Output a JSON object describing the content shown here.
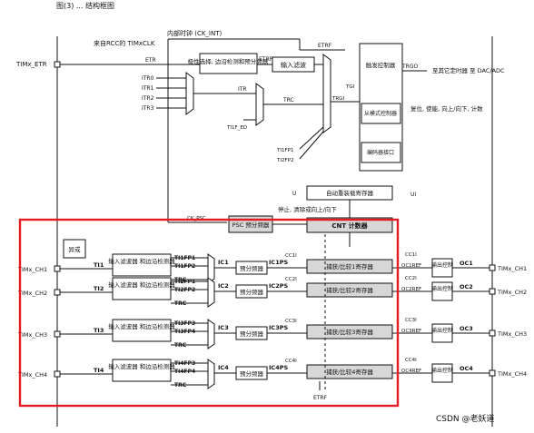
{
  "header_text": "图(3) ... 结构框图",
  "clock": {
    "internal_clock": "内部时钟 (CK_INT)",
    "from_rcc": "来自RCC的 TIMxCLK"
  },
  "inputs": {
    "etr_pin": "TIMx_ETR",
    "etr": "ETR",
    "etrp": "ETRP",
    "etrf": "ETRF",
    "itr": [
      "ITR0",
      "ITR1",
      "ITR2",
      "ITR3"
    ],
    "itr_bus": "ITR",
    "trc": "TRC",
    "ti1f_ed": "TI1F_ED",
    "ti1fp1": "TI1FP1",
    "ti2fp2": "TI2FP2",
    "tgi": "TGI",
    "trgi": "TRGI"
  },
  "blocks": {
    "etr_prescaler": "极性选择, 边沿检测和预分频器",
    "input_filter": "输入滤波",
    "trigger_controller": "触发控制器",
    "slave_mode": "从模式控制器",
    "encoder": "编码器接口",
    "auto_reload": "自动重装载寄存器",
    "psc": "PSC 预分频器",
    "cnt": "CNT 计数器",
    "xor": "异或"
  },
  "labels": {
    "trgo": "TRGO",
    "to_other": "至其它定时器 至 DAC/ADC",
    "reset_enable": "复位, 使能, 向上/向下, 计数",
    "u": "U",
    "ui": "UI",
    "stop_clear": "停止, 清除或向上/向下",
    "ck_psc": "CK_PSC",
    "etrf_bottom": "ETRF",
    "watermark": "CSDN @老妖道"
  },
  "channels": [
    {
      "pin": "TIMx_CH1",
      "ti": "TI1",
      "filter": "输入滤波器 和边沿检测器",
      "fp_a": "TI1FP1",
      "fp_b": "TI1FP2",
      "trc": "TRC",
      "ic": "IC1",
      "prescaler": "预分频器",
      "icps": "IC1PS",
      "cci": "CC1I",
      "capture": "捕获/比较1寄存器",
      "ccp": "CC1I",
      "ocref": "OC1REF",
      "output": "输出控制",
      "oc": "OC1",
      "out_pin": "TIMx_CH1"
    },
    {
      "pin": "TIMx_CH2",
      "ti": "TI2",
      "filter": "输入滤波器 和边沿检测器",
      "fp_a": "TI2FP1",
      "fp_b": "TI2FP2",
      "trc": "TRC",
      "ic": "IC2",
      "prescaler": "预分频器",
      "icps": "IC2PS",
      "cci": "CC2I",
      "capture": "捕获/比较2寄存器",
      "ccp": "CC2I",
      "ocref": "OC2REF",
      "output": "输出控制",
      "oc": "OC2",
      "out_pin": "TIMx_CH2"
    },
    {
      "pin": "TIMx_CH3",
      "ti": "TI3",
      "filter": "输入滤波器 和边沿检测器",
      "fp_a": "TI3FP3",
      "fp_b": "TI3FP4",
      "trc": "TRC",
      "ic": "IC3",
      "prescaler": "预分频器",
      "icps": "IC3PS",
      "cci": "CC3I",
      "capture": "捕获/比较3寄存器",
      "ccp": "CC3I",
      "ocref": "OC3REF",
      "output": "输出控制",
      "oc": "OC3",
      "out_pin": "TIMx_CH3"
    },
    {
      "pin": "TIMx_CH4",
      "ti": "TI4",
      "filter": "输入滤波器 和边沿检测器",
      "fp_a": "TI4FP3",
      "fp_b": "TI4FP4",
      "trc": "TRC",
      "ic": "IC4",
      "prescaler": "预分频器",
      "icps": "IC4PS",
      "cci": "CC4I",
      "capture": "捕获/比较4寄存器",
      "ccp": "CC4I",
      "ocref": "OC4REF",
      "output": "输出控制",
      "oc": "OC4",
      "out_pin": "TIMx_CH4"
    }
  ],
  "colors": {
    "highlight": "#e31b23",
    "line": "#111111",
    "shaded_box": "#d7d7d7"
  }
}
